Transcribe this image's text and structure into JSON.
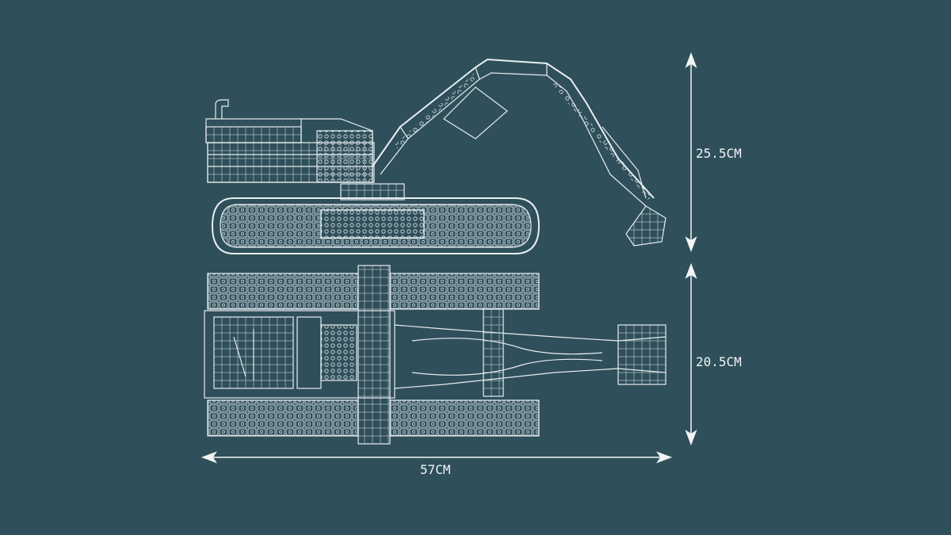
{
  "colors": {
    "background": "#2f4f5a",
    "lines": "#e8eef0"
  },
  "dimensions": {
    "side_height": "25.5CM",
    "top_width": "20.5CM",
    "length": "57CM"
  }
}
